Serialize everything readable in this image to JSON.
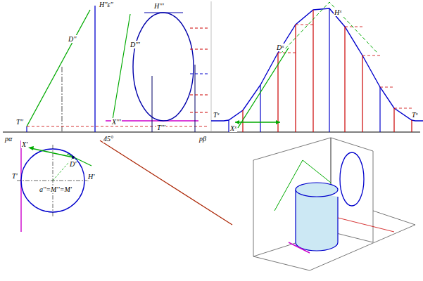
{
  "diagram": {
    "labels": [
      "H''ε''",
      "D''",
      "T''",
      "H'''",
      "D'''",
      "X'''",
      "T'''",
      "Hˣ",
      "Dˣ",
      "Tˣ",
      "Xˣ",
      "Tˣ",
      "pα",
      "pβ",
      "X'",
      "D'",
      "T'",
      "H'",
      "a''=M''=M'",
      "45°"
    ]
  }
}
